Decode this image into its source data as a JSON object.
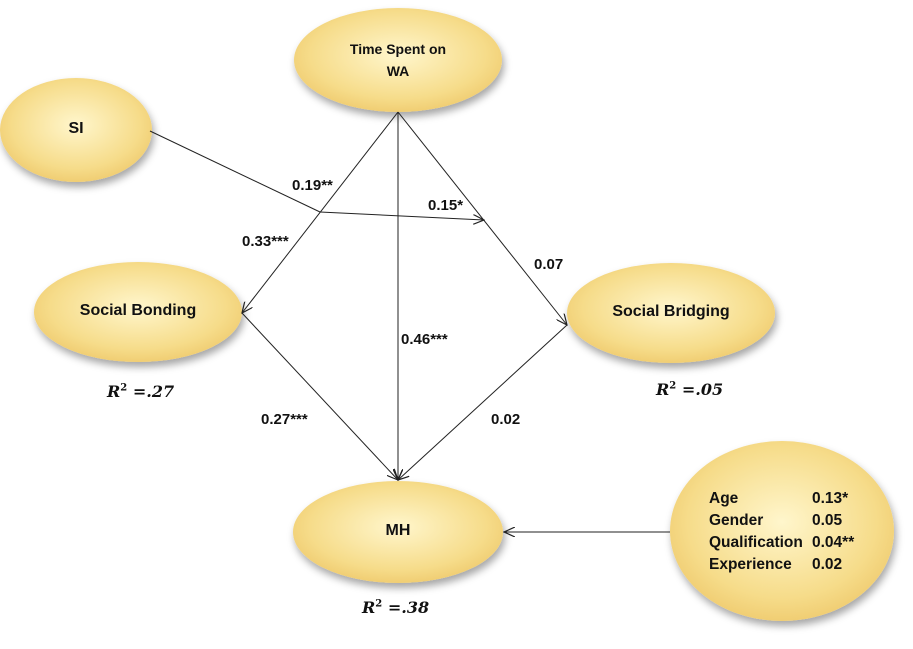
{
  "nodes": {
    "time_spent_line1": "Time Spent on",
    "time_spent_line2": "WA",
    "si": "SI",
    "social_bonding": "Social Bonding",
    "social_bridging": "Social Bridging",
    "mh": "MH"
  },
  "paths": {
    "si_moderation": "0.19**",
    "interaction_bridging": "0.15*",
    "wa_bonding": "0.33***",
    "wa_bridging": "0.07",
    "wa_mh": "0.46***",
    "bonding_mh": "0.27***",
    "bridging_mh": "0.02"
  },
  "r_squared": {
    "social_bonding": ".27",
    "social_bridging": ".05",
    "mh": ".38"
  },
  "controls": [
    {
      "name": "Age",
      "value": "0.13*"
    },
    {
      "name": "Gender",
      "value": "0.05"
    },
    {
      "name": "Qualification",
      "value": "0.04**"
    },
    {
      "name": "Experience",
      "value": "0.02"
    }
  ],
  "colors": {
    "node_fill": "#f6dc8a",
    "node_highlight": "#fff6cc",
    "line": "#222222"
  }
}
